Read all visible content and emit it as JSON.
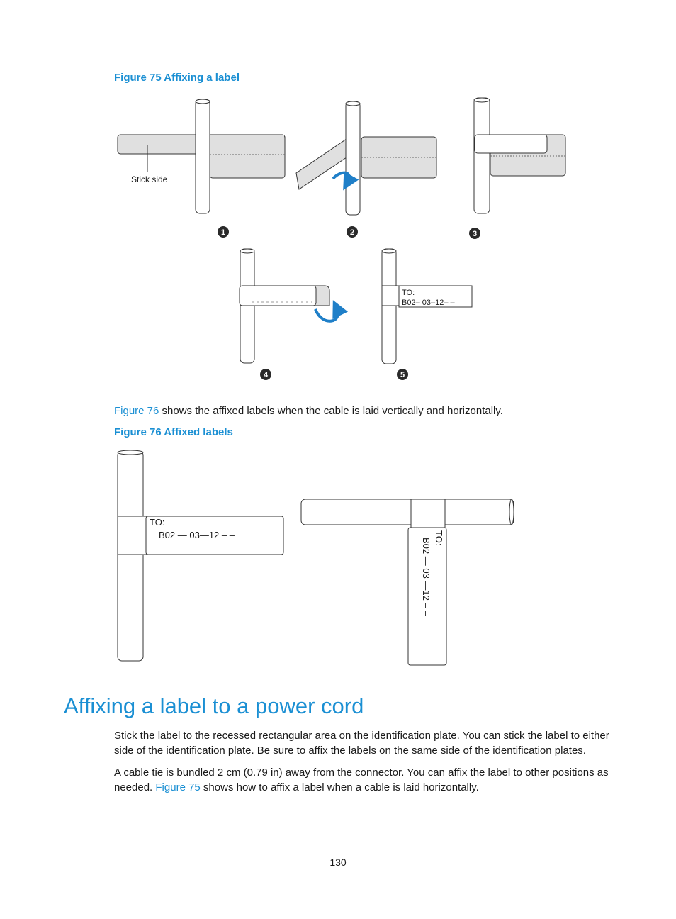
{
  "figure75": {
    "caption": "Figure 75 Affixing a label",
    "stick_side_label": "Stick side",
    "steps": [
      "1",
      "2",
      "3",
      "4",
      "5"
    ],
    "step5_line1": "TO:",
    "step5_line2": "B02– 03–12–  –"
  },
  "intro": {
    "link": "Figure 76",
    "text": " shows the affixed labels when the cable is laid vertically and horizontally."
  },
  "figure76": {
    "caption": "Figure 76 Affixed labels",
    "vertical_label_line1": "TO:",
    "vertical_label_line2": "B02 — 03—12 –  –",
    "horizontal_label_line1": "TO:",
    "horizontal_label_line2": "B02 — 03  —12 –  –"
  },
  "section": {
    "heading": "Affixing a label to a power cord",
    "para1": "Stick the label to the recessed rectangular area on the identification plate. You can stick the label to either side of the identification plate. Be sure to affix the labels on the same side of the identification plates.",
    "para2_before": "A cable tie is bundled 2 cm (0.79 in) away from the connector. You can affix the label to other positions as needed. ",
    "para2_link": "Figure 75",
    "para2_after": " shows how to affix a label when a cable is laid horizontally."
  },
  "page_number": "130",
  "colors": {
    "accent": "#1a8fd3",
    "label_fill": "#e0e0e0",
    "cable_fill": "#ffffff",
    "arrow": "#1f7fc8",
    "badge": "#2a2a2a"
  }
}
